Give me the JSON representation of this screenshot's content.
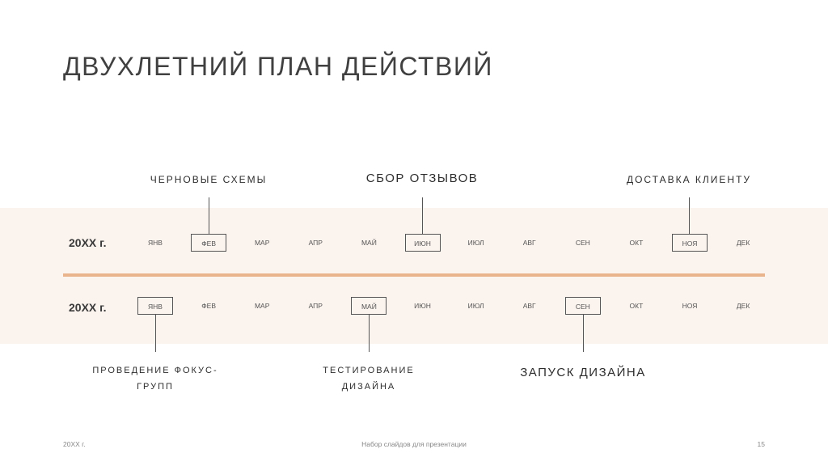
{
  "slide": {
    "title": "ДВУХЛЕТНИЙ ПЛАН ДЕЙСТВИЙ"
  },
  "timeline": {
    "rows": [
      {
        "year": "20XX г.",
        "months": [
          "ЯНВ",
          "ФЕВ",
          "МАР",
          "АПР",
          "МАЙ",
          "ИЮН",
          "ИЮЛ",
          "АВГ",
          "СЕН",
          "ОКТ",
          "НОЯ",
          "ДЕК"
        ],
        "highlighted": [
          1,
          5,
          10
        ]
      },
      {
        "year": "20XX г.",
        "months": [
          "ЯНВ",
          "ФЕВ",
          "МАР",
          "АПР",
          "МАЙ",
          "ИЮН",
          "ИЮЛ",
          "АВГ",
          "СЕН",
          "ОКТ",
          "НОЯ",
          "ДЕК"
        ],
        "highlighted": [
          0,
          4,
          8
        ]
      }
    ],
    "milestones_top": [
      {
        "label": "ЧЕРНОВЫЕ СХЕМЫ",
        "month_index": 1
      },
      {
        "label": "СБОР ОТЗЫВОВ",
        "month_index": 5
      },
      {
        "label": "ДОСТАВКА КЛИЕНТУ",
        "month_index": 10
      }
    ],
    "milestones_bottom": [
      {
        "label_line1": "ПРОВЕДЕНИЕ ФОКУС-",
        "label_line2": "ГРУПП",
        "month_index": 0
      },
      {
        "label_line1": "ТЕСТИРОВАНИЕ",
        "label_line2": "ДИЗАЙНА",
        "month_index": 4
      },
      {
        "label_line1": "ЗАПУСК ДИЗАЙНА",
        "label_line2": "",
        "month_index": 8
      }
    ]
  },
  "footer": {
    "left": "20XX г.",
    "center": "Набор слайдов для презентации",
    "page": "15"
  }
}
